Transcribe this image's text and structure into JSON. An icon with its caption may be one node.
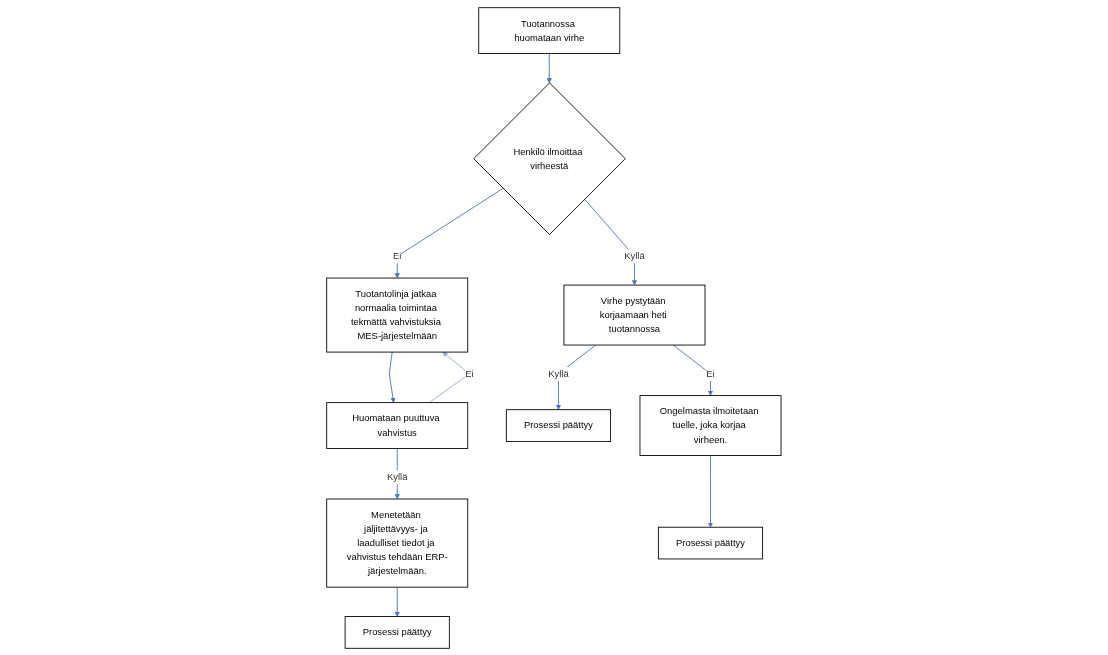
{
  "diagram": {
    "nodes": [
      {
        "text": [
          "Tuotannossa huomataan virhe"
        ]
      },
      {
        "text": [
          "Henkilö ilmoittaa virheestä"
        ]
      },
      {
        "text": [
          "Tuotantolinja jatkaa normaalia toimintaa tekmättä vahvistuksia MES-järjestelmään"
        ]
      },
      {
        "text": [
          "Huomataan puuttuva vahvistus"
        ]
      },
      {
        "text": [
          "Menetetään jäljitettävyys- ja laadulliset tiedot ja vahvistus tehdään ERP-järjestelmään."
        ]
      },
      {
        "text": [
          "Prosessi päättyy"
        ]
      },
      {
        "text": [
          "Virhe pystytään korjaamaan heti tuotannossa"
        ]
      },
      {
        "text": [
          "Prosessi päättyy"
        ]
      },
      {
        "text": [
          "Ongelmasta ilmoitetaan tuelle, joka korjaa virheen."
        ]
      },
      {
        "text": [
          "Prosessi päättyy"
        ]
      }
    ],
    "edges": [
      {
        "from": 0,
        "to": 1,
        "arrow": "to"
      },
      {
        "from": 1,
        "to": 2,
        "arrow": "to",
        "label": "Ei"
      },
      {
        "from": 2,
        "to": 3,
        "arrow": "to"
      },
      {
        "from": 3,
        "to": 2,
        "arrow": "to",
        "label": "Ei",
        "color": "#8faadc"
      },
      {
        "from": 3,
        "to": 4,
        "arrow": "to",
        "label": "Kyllä"
      },
      {
        "from": 4,
        "to": 5,
        "arrow": "to"
      },
      {
        "from": 1,
        "to": 6,
        "arrow": "to",
        "label": "Kyllä"
      },
      {
        "from": 6,
        "to": 7,
        "arrow": "to",
        "label": "Kyllä"
      },
      {
        "from": 6,
        "to": 8,
        "arrow": "to",
        "label": "Ei"
      },
      {
        "from": 8,
        "to": 9,
        "arrow": "to"
      }
    ]
  }
}
